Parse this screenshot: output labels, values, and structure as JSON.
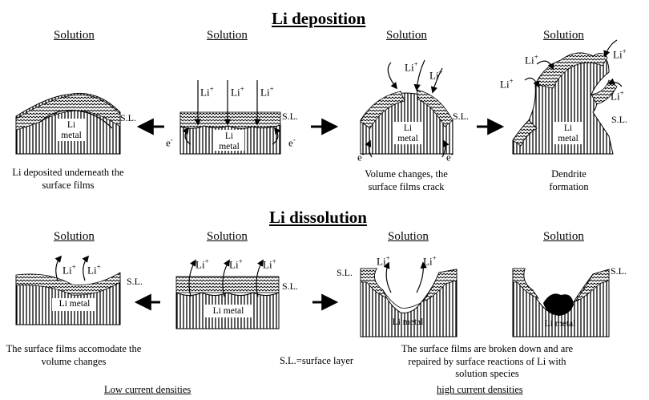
{
  "deposition": {
    "title": "Li deposition",
    "solution_label": "Solution",
    "panels": [
      {
        "caption": "Li deposited underneath the surface films"
      },
      {
        "caption": ""
      },
      {
        "caption": "Volume changes, the surface films crack"
      },
      {
        "caption": "Dendrite formation"
      }
    ]
  },
  "dissolution": {
    "title": "Li dissolution",
    "solution_label": "Solution",
    "panels": [
      {
        "caption": "The surface films accomodate the volume changes"
      },
      {
        "caption": "S.L.=surface layer"
      },
      {
        "caption": "The surface films are broken down and are repaired by surface reactions of Li with solution species"
      },
      {
        "caption": ""
      }
    ]
  },
  "labels": {
    "surface_layer": "S.L.",
    "li_ion": "Li",
    "li_ion_charge": "+",
    "electron": "e",
    "electron_charge": "-",
    "li_metal": "Li metal",
    "li_metal_stacked_1": "Li",
    "li_metal_stacked_2": "metal"
  },
  "footer": {
    "left": "Low current densities",
    "right": "high current densities"
  }
}
